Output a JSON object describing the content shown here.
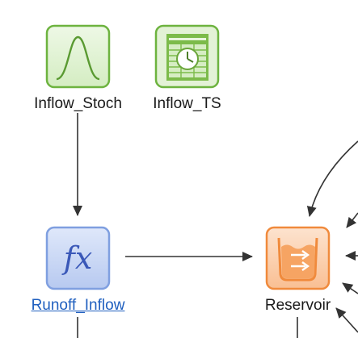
{
  "nodes": {
    "inflow_stoch": {
      "label": "Inflow_Stoch",
      "kind": "stochastic",
      "color": "#6db33f"
    },
    "inflow_ts": {
      "label": "Inflow_TS",
      "kind": "time-series",
      "color": "#6db33f"
    },
    "runoff_inflow": {
      "label": "Runoff_Inflow",
      "kind": "function",
      "color": "#6f8fd8"
    },
    "reservoir": {
      "label": "Reservoir",
      "kind": "reservoir",
      "color": "#f08a3c"
    }
  },
  "icons": {
    "inflow_stoch": "bell-curve-icon",
    "inflow_ts": "clock-table-icon",
    "runoff_inflow": "fx-function-icon",
    "reservoir": "reservoir-tank-icon"
  }
}
